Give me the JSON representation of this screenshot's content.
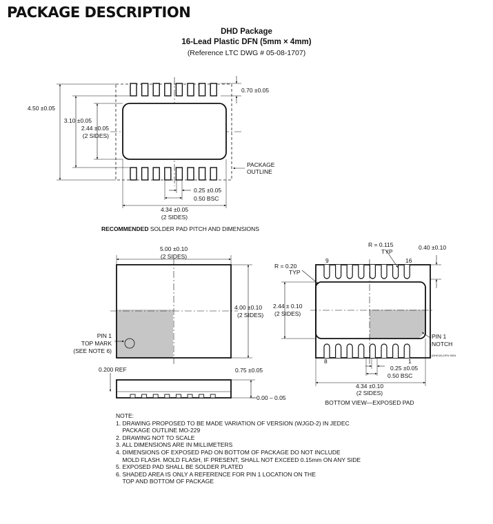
{
  "header": {
    "section_title": "PACKAGE DESCRIPTION"
  },
  "package": {
    "name": "DHD Package",
    "subtitle": "16-Lead Plastic DFN (5mm × 4mm)",
    "reference": "(Reference LTC DWG # 05-08-1707)"
  },
  "recommended": {
    "dims": {
      "pad_len": "0.70 ±0.05",
      "overall_w": "4.50 ±0.05",
      "body": "3.10 ±0.05",
      "ep_w": "2.44 ±0.05",
      "ep_w_sides": "(2 SIDES)",
      "outline_1": "PACKAGE",
      "outline_2": "OUTLINE",
      "pad_w": "0.25 ±0.05",
      "pitch": "0.50 BSC",
      "ep_l": "4.34 ±0.05",
      "ep_l_sides": "(2 SIDES)"
    },
    "caption_bold": "RECOMMENDED",
    "caption_rest": " SOLDER PAD PITCH AND DIMENSIONS"
  },
  "top_view": {
    "width": "5.00 ±0.10",
    "width_sides": "(2 SIDES)",
    "height": "4.00 ±0.10",
    "height_sides": "(2 SIDES)",
    "pin1_1": "PIN 1",
    "pin1_2": "TOP MARK",
    "pin1_3": "(SEE NOTE 6)"
  },
  "side_view": {
    "ref": "0.200 REF",
    "height": "0.75 ±0.05",
    "standoff": "0.00 – 0.05"
  },
  "bottom_view": {
    "r_pad_1": "R = 0.115",
    "r_pad_2": "TYP",
    "pin_16": "16",
    "pin_9": "9",
    "pin_8": "8",
    "pin_1": "1",
    "pad_len": "0.40 ±0.10",
    "r_corner_1": "R = 0.20",
    "r_corner_2": "TYP",
    "ep_w": "2.44 ± 0.10",
    "ep_w_sides": "(2 SIDES)",
    "notch_1": "PIN 1",
    "notch_2": "NOTCH",
    "drawing_code": "(DHD16) DFN 0504",
    "pad_w": "0.25 ±0.05",
    "pitch": "0.50 BSC",
    "ep_l": "4.34 ±0.10",
    "ep_l_sides": "(2 SIDES)",
    "caption": "BOTTOM VIEW—EXPOSED PAD"
  },
  "notes": {
    "title": "NOTE:",
    "lines": [
      "1. DRAWING PROPOSED TO BE MADE VARIATION OF VERSION (WJGD-2) IN JEDEC",
      "    PACKAGE OUTLINE MO-229",
      "2. DRAWING NOT TO SCALE",
      "3. ALL DIMENSIONS ARE IN MILLIMETERS",
      "4. DIMENSIONS OF EXPOSED PAD ON BOTTOM OF PACKAGE DO NOT INCLUDE",
      "    MOLD FLASH. MOLD FLASH, IF PRESENT, SHALL NOT EXCEED 0.15mm ON ANY SIDE",
      "5. EXPOSED PAD SHALL BE SOLDER PLATED",
      "6. SHADED AREA IS ONLY A REFERENCE FOR PIN 1 LOCATION ON THE",
      "    TOP AND BOTTOM OF PACKAGE"
    ]
  }
}
